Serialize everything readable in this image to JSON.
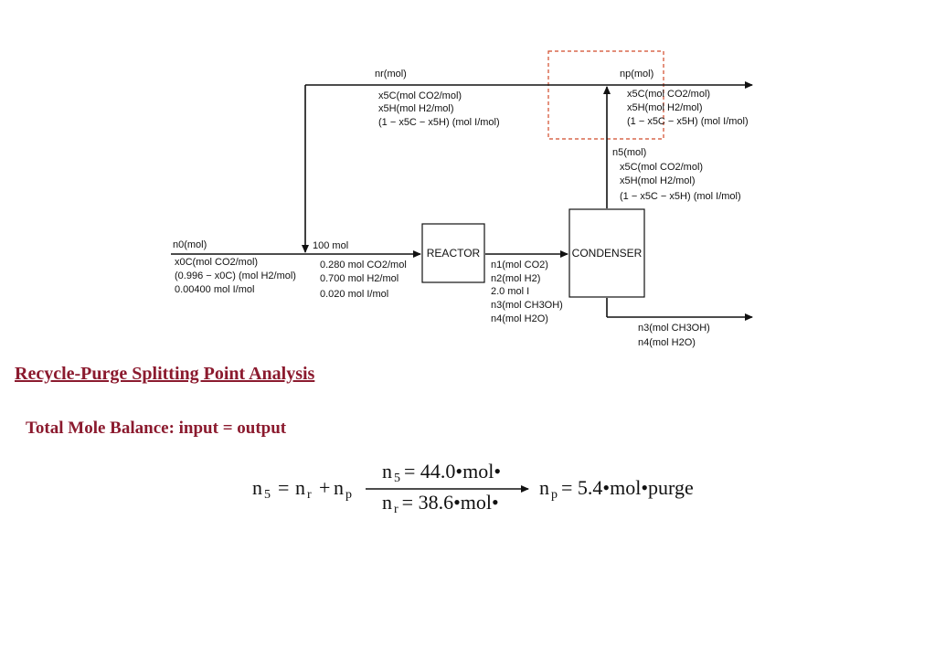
{
  "diagram": {
    "box_reactor": "REACTOR",
    "box_condenser": "CONDENSER",
    "recycle_top": [
      "nr(mol)"
    ],
    "recycle_comp": [
      "x5C(mol CO2/mol)",
      "x5H(mol H2/mol)",
      "(1 − x5C − x5H) (mol I/mol)"
    ],
    "purge_top": "np(mol)",
    "purge_comp": [
      "x5C(mol CO2/mol)",
      "x5H(mol H2/mol)",
      "(1 − x5C − x5H) (mol I/mol)"
    ],
    "n5_label": "n5(mol)",
    "n5_comp": [
      "x5C(mol CO2/mol)",
      "x5H(mol H2/mol)",
      "(1 − x5C − x5H) (mol I/mol)"
    ],
    "feed_top": "n0(mol)",
    "feed_comp": [
      "x0C(mol CO2/mol)",
      "(0.996 − x0C) (mol H2/mol)",
      "0.00400 mol I/mol"
    ],
    "mix_top": "100 mol",
    "mix_comp": [
      "0.280 mol CO2/mol",
      "0.700 mol H2/mol",
      "0.020 mol I/mol"
    ],
    "reactor_out": [
      "n1(mol CO2)",
      "n2(mol H2)",
      "2.0 mol I",
      "n3(mol CH3OH)",
      "n4(mol H2O)"
    ],
    "product_out": [
      "n3(mol CH3OH)",
      "n4(mol H2O)"
    ]
  },
  "section_title": "Recycle-Purge Splitting Point Analysis",
  "subtitle": "Total Mole Balance: input = output",
  "equation": {
    "lhs_n": "n",
    "lhs_sub": "5",
    "eq1": "=",
    "r_n": "n",
    "r_sub": "r",
    "plus": "+",
    "p_n": "n",
    "p_sub": "p",
    "above_n": "n",
    "above_sub": "5",
    "above_val": "= 44.0•mol•",
    "below_n": "n",
    "below_sub": "r",
    "below_val": "= 38.6•mol•",
    "result_n": "n",
    "result_sub": "p",
    "result_val": "= 5.4•mol•purge"
  }
}
